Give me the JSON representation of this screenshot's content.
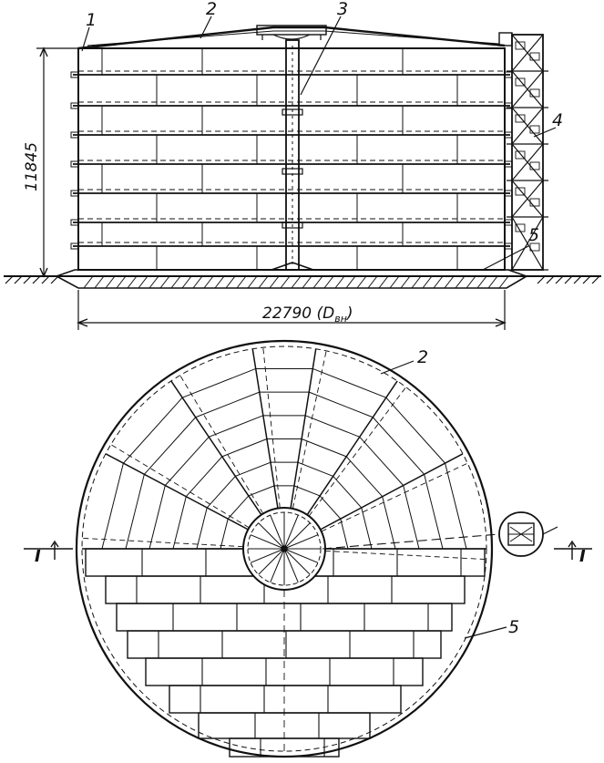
{
  "labels": {
    "roof": "1",
    "roof_plan": "2",
    "column": "3",
    "stair": "4",
    "bottom": "5",
    "bottom_plan": "5"
  },
  "dimensions": {
    "height": "11845",
    "diameter": "22790 (D",
    "diameter_sub": "вн",
    "diameter_close": ")"
  },
  "section": {
    "left": "I",
    "right": "I"
  },
  "colors": {
    "ink": "#111111",
    "paper": "#ffffff"
  }
}
